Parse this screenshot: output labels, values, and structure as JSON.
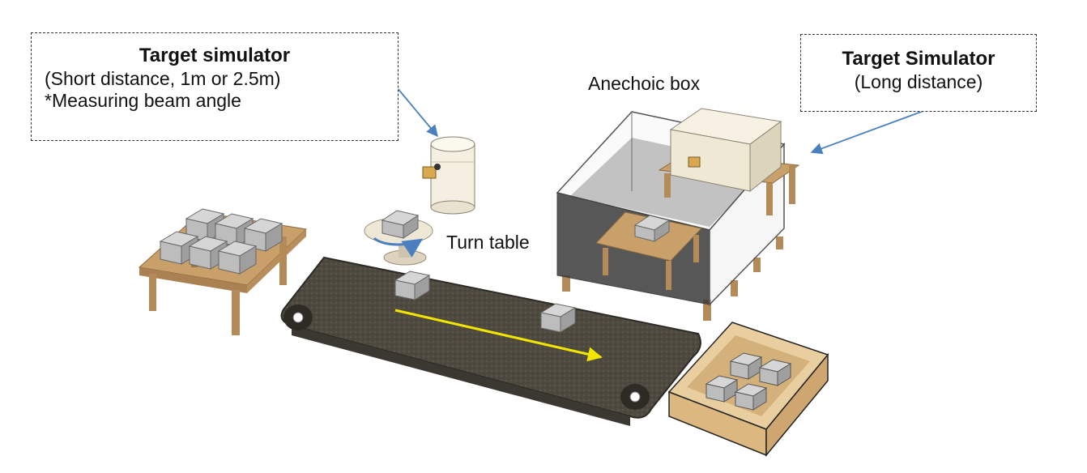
{
  "callouts": {
    "short": {
      "title": "Target simulator",
      "line1": "(Short distance, 1m or 2.5m)",
      "line2": "*Measuring beam angle"
    },
    "long": {
      "title": "Target Simulator",
      "line1": "(Long distance)"
    }
  },
  "labels": {
    "anechoic_box": "Anechoic box",
    "turn_table": "Turn table"
  },
  "colors": {
    "arrow_blue": "#4a7fc0",
    "belt_arrow": "#f2e600",
    "belt": "#4e4a40",
    "wood": "#c9a06a",
    "box_gray": "#b9b9b9",
    "crate": "#e0c08e"
  }
}
